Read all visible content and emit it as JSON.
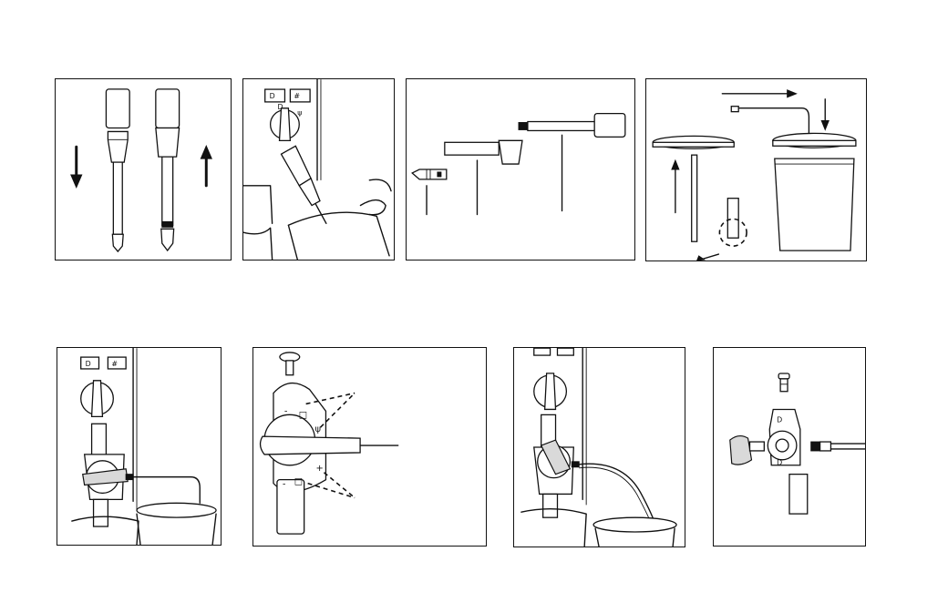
{
  "figure": {
    "panels": [
      {
        "name": "step-1-emulsifier-assembly"
      },
      {
        "name": "step-2-steam-knob-dispense"
      },
      {
        "name": "step-3-emulsifier-parts"
      },
      {
        "name": "step-4-cappuccinatore-container"
      },
      {
        "name": "step-5-cappuccinatore-fitted"
      },
      {
        "name": "step-6-regulator-detail"
      },
      {
        "name": "step-7-rinse-with-tube"
      },
      {
        "name": "step-8-exploded-view"
      }
    ],
    "symbols": {
      "cup": "cup-icon",
      "steam": "steam-icon",
      "plus": "+",
      "minus": "-"
    }
  }
}
